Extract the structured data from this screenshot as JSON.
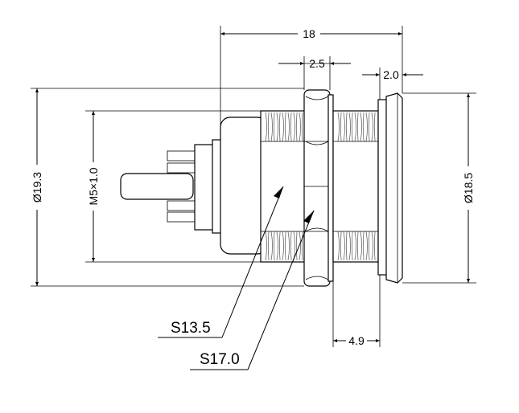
{
  "dimensions": {
    "overall_length": "18",
    "nut_thickness": "2.5",
    "flange_thickness": "2.0",
    "outer_diameter": "Ø19.3",
    "thread": "M5×1.0",
    "flange_diameter": "Ø18.5",
    "panel_thread_length": "4.9"
  },
  "callouts": {
    "hex_small": "S13.5",
    "hex_large": "S17.0"
  },
  "colors": {
    "line": "#000000",
    "background": "#ffffff"
  }
}
